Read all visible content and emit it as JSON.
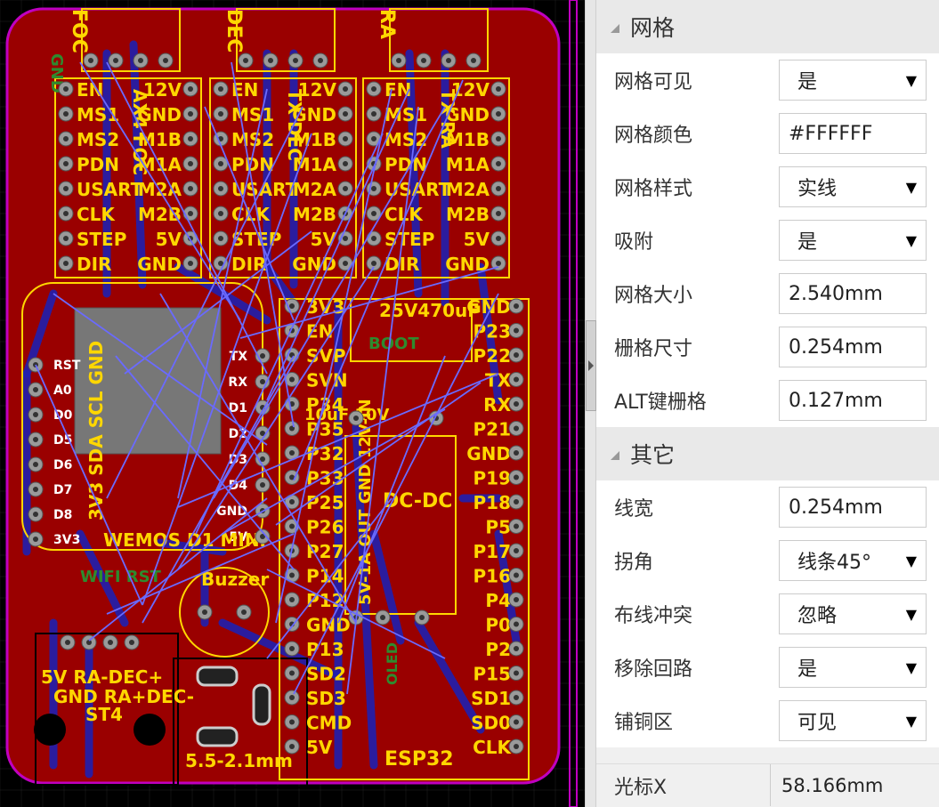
{
  "panel": {
    "grid_section_title": "网格",
    "grid_rows": [
      {
        "label": "网格可见",
        "type": "select",
        "value": "是"
      },
      {
        "label": "网格颜色",
        "type": "input",
        "value": "#FFFFFF"
      },
      {
        "label": "网格样式",
        "type": "select",
        "value": "实线"
      },
      {
        "label": "吸附",
        "type": "select",
        "value": "是"
      },
      {
        "label": "网格大小",
        "type": "input",
        "value": "2.540mm"
      },
      {
        "label": "栅格尺寸",
        "type": "input",
        "value": "0.254mm"
      },
      {
        "label": "ALT键栅格",
        "type": "input",
        "value": "0.127mm"
      }
    ],
    "other_section_title": "其它",
    "other_rows": [
      {
        "label": "线宽",
        "type": "input",
        "value": "0.254mm"
      },
      {
        "label": "拐角",
        "type": "select",
        "value": "线条45°"
      },
      {
        "label": "布线冲突",
        "type": "select",
        "value": "忽略"
      },
      {
        "label": "移除回路",
        "type": "select",
        "value": "是"
      },
      {
        "label": "铺铜区",
        "type": "select",
        "value": "可见"
      }
    ],
    "cursor_x_label": "光标X",
    "cursor_x_value": "58.166mm",
    "caret_glyph": "▼"
  },
  "pcb": {
    "colors": {
      "board": "#9a0000",
      "trace_blue": "#2020b0",
      "silk": "#ffd700",
      "ratsnest": "#6a6aff",
      "pad": "#9a9a9a",
      "outline": "#c000c0",
      "silk_green": "#2e8b2e"
    },
    "driver_headers": [
      "FOC",
      "DEC",
      "RA"
    ],
    "driver_left_pins": [
      "EN",
      "MS1",
      "MS2",
      "PDN",
      "USART",
      "CLK",
      "STEP",
      "DIR"
    ],
    "driver_right_pins": [
      "12V",
      "GND",
      "M1B",
      "M1A",
      "M2A",
      "M2B",
      "5V",
      "GND"
    ],
    "driver_side_labels": [
      "AX4 FOC",
      "TX DEC",
      "TX RA"
    ],
    "wemos_left_pins": [
      "RST",
      "A0",
      "D0",
      "D5",
      "D6",
      "D7",
      "D8",
      "3V3"
    ],
    "wemos_right_pins": [
      "TX",
      "RX",
      "D1",
      "D2",
      "D3",
      "D4",
      "GND",
      "5V"
    ],
    "wemos_title": "WEMOS D1 MINI",
    "wemos_bottom_labels": "3V3 SDA SCL GND",
    "wifi_rst": "WIFI RST",
    "buzzer": "Buzzer",
    "st4_labels_top": "5V RA-DEC+",
    "st4_labels_mid": "GND RA+DEC-",
    "st4_title": "ST4",
    "jack_label": "5.5-2.1mm",
    "esp_left_pins": [
      "3V3",
      "EN",
      "SVP",
      "SVN",
      "P34",
      "P35",
      "P32",
      "P33",
      "P25",
      "P26",
      "P27",
      "P14",
      "P12",
      "GND",
      "P13",
      "SD2",
      "SD3",
      "CMD",
      "5V"
    ],
    "esp_right_pins": [
      "GND",
      "P23",
      "P22",
      "TX",
      "RX",
      "P21",
      "GND",
      "P19",
      "P18",
      "P5",
      "P17",
      "P16",
      "P4",
      "P0",
      "P2",
      "P15",
      "SD1",
      "SD0",
      "CLK"
    ],
    "esp_title": "ESP32",
    "cap_label": "25V470uF",
    "boot_label": "BOOT",
    "cap_small": "10uF 10V",
    "dcdc_title": "DC-DC",
    "dcdc_pins": "5V-1A OUT GND 12V-IN",
    "gnd_label": "GND",
    "oled_label": "OLED"
  }
}
